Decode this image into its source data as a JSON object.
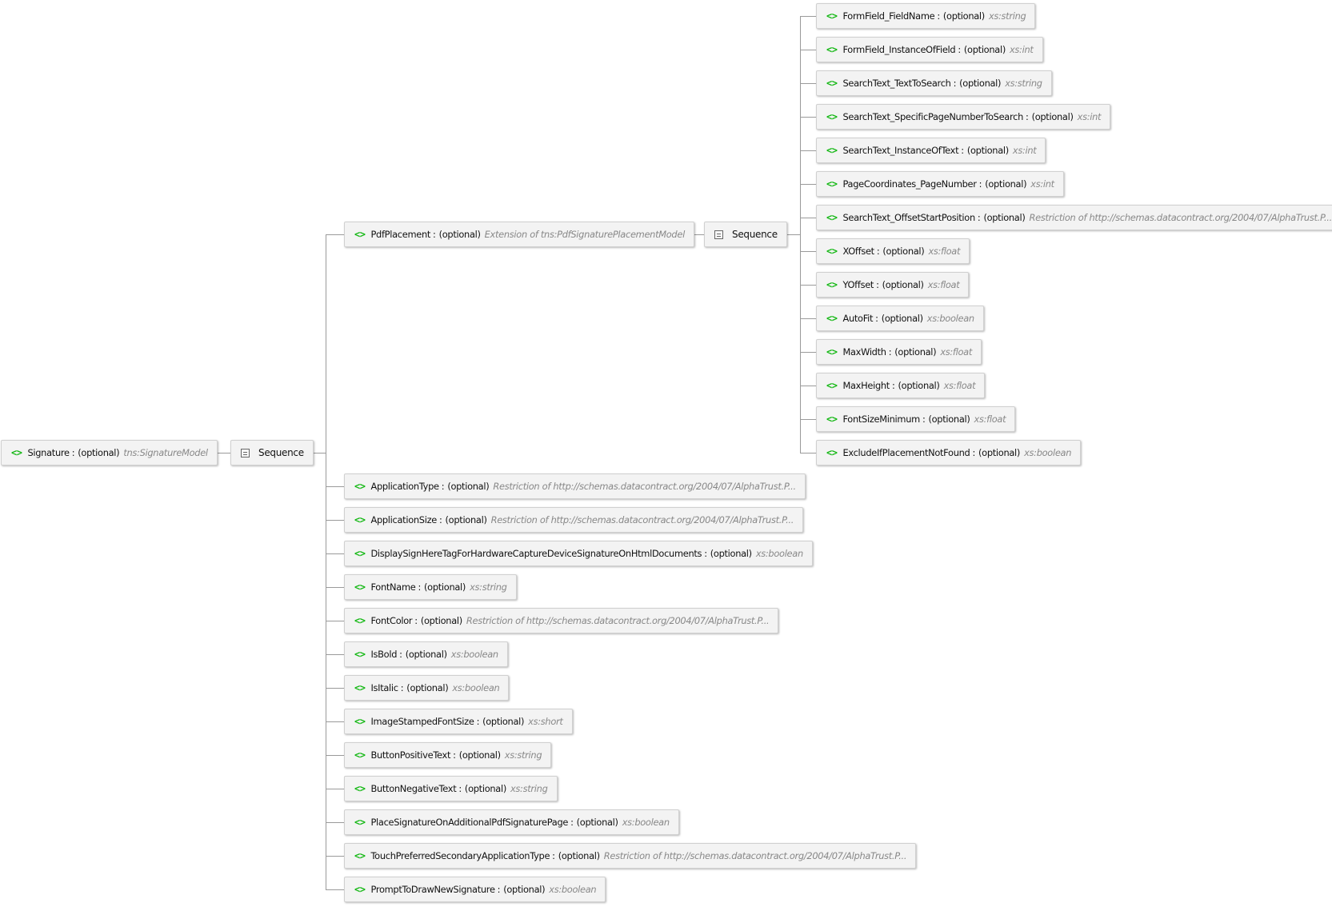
{
  "diagram": {
    "colors": {
      "element_icon": "#14b814",
      "type_text": "#888888",
      "connector": "#9a9a9a"
    },
    "root": {
      "name": "Signature",
      "occurrence": "(optional)",
      "type": "tns:SignatureModel",
      "icon": "element-icon"
    },
    "sequence_label": "Sequence",
    "sequence_icon": "sequence-icon",
    "pdf_placement": {
      "name": "PdfPlacement",
      "occurrence": "(optional)",
      "type": "Extension of tns:PdfSignaturePlacementModel"
    },
    "placement_children": [
      {
        "name": "FormField_FieldName",
        "occurrence": "(optional)",
        "type": "xs:string"
      },
      {
        "name": "FormField_InstanceOfField",
        "occurrence": "(optional)",
        "type": "xs:int"
      },
      {
        "name": "SearchText_TextToSearch",
        "occurrence": "(optional)",
        "type": "xs:string"
      },
      {
        "name": "SearchText_SpecificPageNumberToSearch",
        "occurrence": "(optional)",
        "type": "xs:int"
      },
      {
        "name": "SearchText_InstanceOfText",
        "occurrence": "(optional)",
        "type": "xs:int"
      },
      {
        "name": "PageCoordinates_PageNumber",
        "occurrence": "(optional)",
        "type": "xs:int"
      },
      {
        "name": "SearchText_OffsetStartPosition",
        "occurrence": "(optional)",
        "type": "Restriction of http://schemas.datacontract.org/2004/07/AlphaTrust.P..."
      },
      {
        "name": "XOffset",
        "occurrence": "(optional)",
        "type": "xs:float"
      },
      {
        "name": "YOffset",
        "occurrence": "(optional)",
        "type": "xs:float"
      },
      {
        "name": "AutoFit",
        "occurrence": "(optional)",
        "type": "xs:boolean"
      },
      {
        "name": "MaxWidth",
        "occurrence": "(optional)",
        "type": "xs:float"
      },
      {
        "name": "MaxHeight",
        "occurrence": "(optional)",
        "type": "xs:float"
      },
      {
        "name": "FontSizeMinimum",
        "occurrence": "(optional)",
        "type": "xs:float"
      },
      {
        "name": "ExcludeIfPlacementNotFound",
        "occurrence": "(optional)",
        "type": "xs:boolean"
      }
    ],
    "signature_children": [
      {
        "name": "ApplicationType",
        "occurrence": "(optional)",
        "type": "Restriction of http://schemas.datacontract.org/2004/07/AlphaTrust.P..."
      },
      {
        "name": "ApplicationSize",
        "occurrence": "(optional)",
        "type": "Restriction of http://schemas.datacontract.org/2004/07/AlphaTrust.P..."
      },
      {
        "name": "DisplaySignHereTagForHardwareCaptureDeviceSignatureOnHtmlDocuments",
        "occurrence": "(optional)",
        "type": "xs:boolean"
      },
      {
        "name": "FontName",
        "occurrence": "(optional)",
        "type": "xs:string"
      },
      {
        "name": "FontColor",
        "occurrence": "(optional)",
        "type": "Restriction of http://schemas.datacontract.org/2004/07/AlphaTrust.P..."
      },
      {
        "name": "IsBold",
        "occurrence": "(optional)",
        "type": "xs:boolean"
      },
      {
        "name": "IsItalic",
        "occurrence": "(optional)",
        "type": "xs:boolean"
      },
      {
        "name": "ImageStampedFontSize",
        "occurrence": "(optional)",
        "type": "xs:short"
      },
      {
        "name": "ButtonPositiveText",
        "occurrence": "(optional)",
        "type": "xs:string"
      },
      {
        "name": "ButtonNegativeText",
        "occurrence": "(optional)",
        "type": "xs:string"
      },
      {
        "name": "PlaceSignatureOnAdditionalPdfSignaturePage",
        "occurrence": "(optional)",
        "type": "xs:boolean"
      },
      {
        "name": "TouchPreferredSecondaryApplicationType",
        "occurrence": "(optional)",
        "type": "Restriction of http://schemas.datacontract.org/2004/07/AlphaTrust.P..."
      },
      {
        "name": "PromptToDrawNewSignature",
        "occurrence": "(optional)",
        "type": "xs:boolean"
      }
    ]
  }
}
